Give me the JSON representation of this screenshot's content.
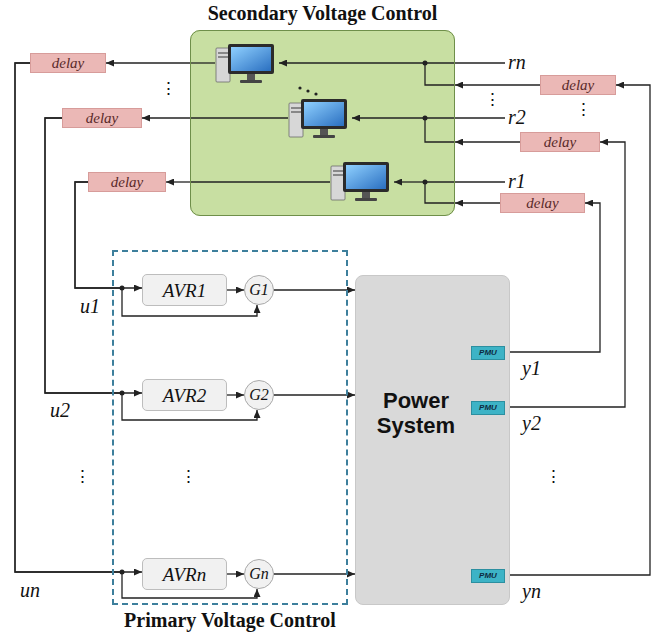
{
  "diagram": {
    "nodes": [
      {
        "text": [
          "Secondary Voltage Control"
        ]
      },
      {
        "text": [
          "delay"
        ]
      },
      {
        "text": [
          "delay"
        ]
      },
      {
        "text": [
          "delay"
        ]
      },
      {
        "text": [
          "delay"
        ]
      },
      {
        "text": [
          "delay"
        ]
      },
      {
        "text": [
          "delay"
        ]
      },
      {
        "text": [
          "Primary Voltage Control"
        ]
      },
      {
        "text": [
          "AVR1"
        ],
        "in": 7
      },
      {
        "text": [
          "G1"
        ],
        "in": 7
      },
      {
        "text": [
          "AVR2"
        ],
        "in": 7
      },
      {
        "text": [
          "G2"
        ],
        "in": 7
      },
      {
        "text": [
          "AVRn"
        ],
        "in": 7
      },
      {
        "text": [
          "Gn"
        ],
        "in": 7
      },
      {
        "text": [
          "Power System"
        ]
      },
      {
        "text": [
          "PMU"
        ],
        "in": 14
      },
      {
        "text": [
          "PMU"
        ],
        "in": 14
      },
      {
        "text": [
          "PMU"
        ],
        "in": 14
      }
    ],
    "edges": [
      {
        "from": 0,
        "to": 1,
        "arrow": "to"
      },
      {
        "from": 1,
        "to": 12,
        "arrow": "to"
      },
      {
        "from": 1,
        "to": 13,
        "arrow": "to"
      },
      {
        "from": 0,
        "to": 3,
        "arrow": "to"
      },
      {
        "from": 3,
        "to": 10,
        "arrow": "to"
      },
      {
        "from": 3,
        "to": 11,
        "arrow": "to"
      },
      {
        "from": 0,
        "to": 5,
        "arrow": "to"
      },
      {
        "from": 5,
        "to": 8,
        "arrow": "to"
      },
      {
        "from": 5,
        "to": 9,
        "arrow": "to"
      },
      {
        "from": 8,
        "to": 9,
        "arrow": "to"
      },
      {
        "from": 10,
        "to": 11,
        "arrow": "to"
      },
      {
        "from": 12,
        "to": 13,
        "arrow": "to"
      },
      {
        "from": 9,
        "to": 14,
        "arrow": "to"
      },
      {
        "from": 11,
        "to": 14,
        "arrow": "to"
      },
      {
        "from": 13,
        "to": 14,
        "arrow": "to"
      },
      {
        "from": 15,
        "to": 6,
        "arrow": "to"
      },
      {
        "from": 6,
        "to": 0,
        "arrow": "to"
      },
      {
        "from": 16,
        "to": 4,
        "arrow": "to"
      },
      {
        "from": 4,
        "to": 0,
        "arrow": "to"
      },
      {
        "from": 17,
        "to": 2,
        "arrow": "to"
      },
      {
        "from": 2,
        "to": 0,
        "arrow": "to"
      }
    ],
    "labels": [
      "rn",
      "⋮",
      "r2",
      "r1",
      "⋮",
      "⋮",
      "u1",
      "u2",
      "⋮",
      "un",
      "⋮",
      "y1",
      "y2",
      "⋮",
      "yn"
    ]
  }
}
